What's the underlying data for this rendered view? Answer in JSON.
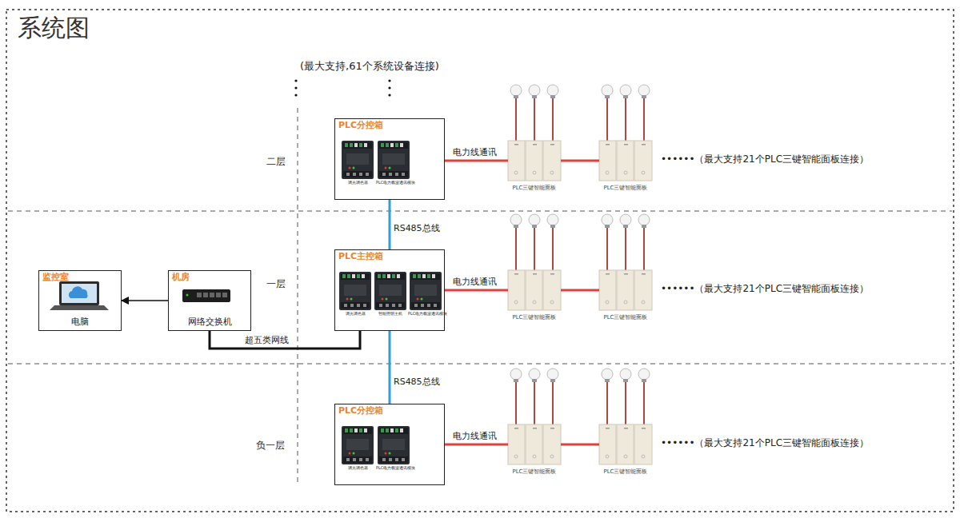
{
  "diagram": {
    "title": "系统图",
    "nodes": [
      {
        "text": [
          "PLC分控箱"
        ]
      },
      {
        "text": [
          "PLC三键智能面板"
        ]
      },
      {
        "text": [
          "PLC三键智能面板"
        ]
      },
      {
        "text": [
          "监控室",
          "电脑"
        ]
      },
      {
        "text": [
          "机房",
          "网络交换机"
        ]
      },
      {
        "text": [
          "PLC主控箱"
        ]
      },
      {
        "text": [
          "PLC三键智能面板"
        ]
      },
      {
        "text": [
          "PLC三键智能面板"
        ]
      },
      {
        "text": [
          "PLC分控箱"
        ]
      },
      {
        "text": [
          "PLC三键智能面板"
        ]
      },
      {
        "text": [
          "PLC三键智能面板"
        ]
      }
    ],
    "edges": [
      {
        "from": 0,
        "to": 1,
        "label": "电力线通讯",
        "arrow": "none"
      },
      {
        "from": 1,
        "to": 2,
        "arrow": "none"
      },
      {
        "from": 0,
        "to": 5,
        "label": "RS485总线",
        "arrow": "none"
      },
      {
        "from": 4,
        "to": 3,
        "arrow": "to"
      },
      {
        "from": 4,
        "to": 5,
        "label": "超五类网线",
        "arrow": "none"
      },
      {
        "from": 5,
        "to": 6,
        "label": "电力线通讯",
        "arrow": "none"
      },
      {
        "from": 6,
        "to": 7,
        "arrow": "none"
      },
      {
        "from": 5,
        "to": 8,
        "label": "RS485总线",
        "arrow": "none"
      },
      {
        "from": 8,
        "to": 9,
        "label": "电力线通讯",
        "arrow": "none"
      },
      {
        "from": 9,
        "to": 10,
        "arrow": "none"
      }
    ],
    "labels": [
      "(最大支持,61个系统设备连接)",
      "二层",
      "一层",
      "负一层",
      "••••••（最大支持21个PLC三键智能面板连接）",
      "••••••（最大支持21个PLC三键智能面板连接）",
      "••••••（最大支持21个PLC三键智能面板连接）",
      "调光调色器",
      "PLC电力载波通讯模块",
      "调光调色器",
      "智能照明主机",
      "PLC电力载波通讯模块",
      "调光调色器",
      "PLC电力载波通讯模块"
    ]
  }
}
